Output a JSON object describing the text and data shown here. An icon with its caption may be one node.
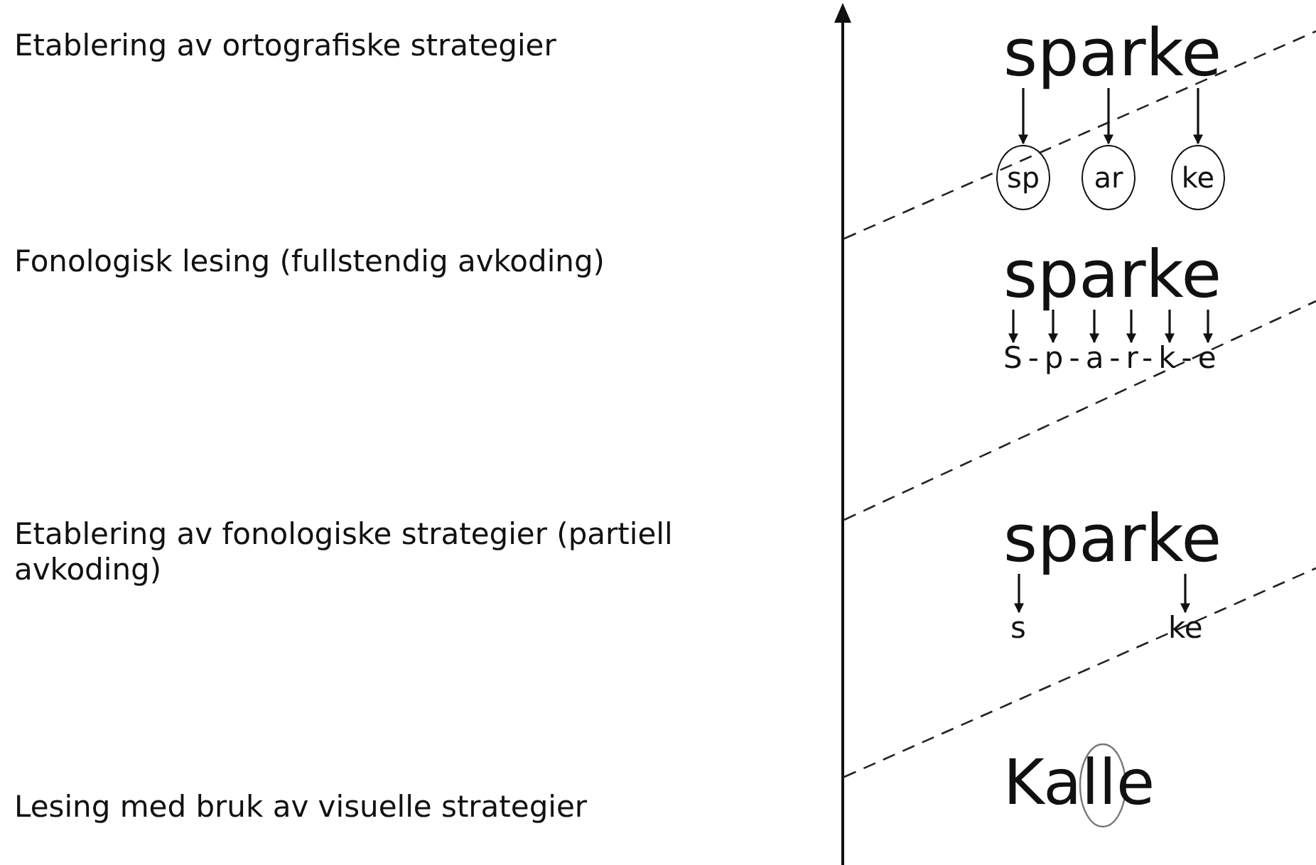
{
  "diagram": {
    "nodes": [
      {
        "text": [
          "sparke"
        ]
      },
      {
        "text": [
          "sp"
        ]
      },
      {
        "text": [
          "ar"
        ]
      },
      {
        "text": [
          "ke"
        ]
      },
      {
        "text": [
          "sparke"
        ]
      },
      {
        "text": [
          "S-p-a-r-k-e"
        ]
      },
      {
        "text": [
          "sparke"
        ]
      },
      {
        "text": [
          "s"
        ]
      },
      {
        "text": [
          "ke"
        ]
      }
    ],
    "edges": [
      {
        "from": 0,
        "to": 1,
        "arrow": "to"
      },
      {
        "from": 0,
        "to": 2,
        "arrow": "to"
      },
      {
        "from": 0,
        "to": 3,
        "arrow": "to"
      },
      {
        "from": 4,
        "to": 5,
        "arrow": "to"
      },
      {
        "from": 4,
        "to": 5,
        "arrow": "to"
      },
      {
        "from": 4,
        "to": 5,
        "arrow": "to"
      },
      {
        "from": 4,
        "to": 5,
        "arrow": "to"
      },
      {
        "from": 4,
        "to": 5,
        "arrow": "to"
      },
      {
        "from": 4,
        "to": 5,
        "arrow": "to"
      },
      {
        "from": 6,
        "to": 7,
        "arrow": "to"
      },
      {
        "from": 6,
        "to": 8,
        "arrow": "to"
      }
    ],
    "labels": [
      "Etablering av ortografiske strategier",
      "Fonologisk lesing (fullstendig avkoding)",
      "Etablering av fonologiske strategier (partiell avkoding)",
      "Lesing med bruk av visuelle strategier",
      "Kalle"
    ]
  }
}
